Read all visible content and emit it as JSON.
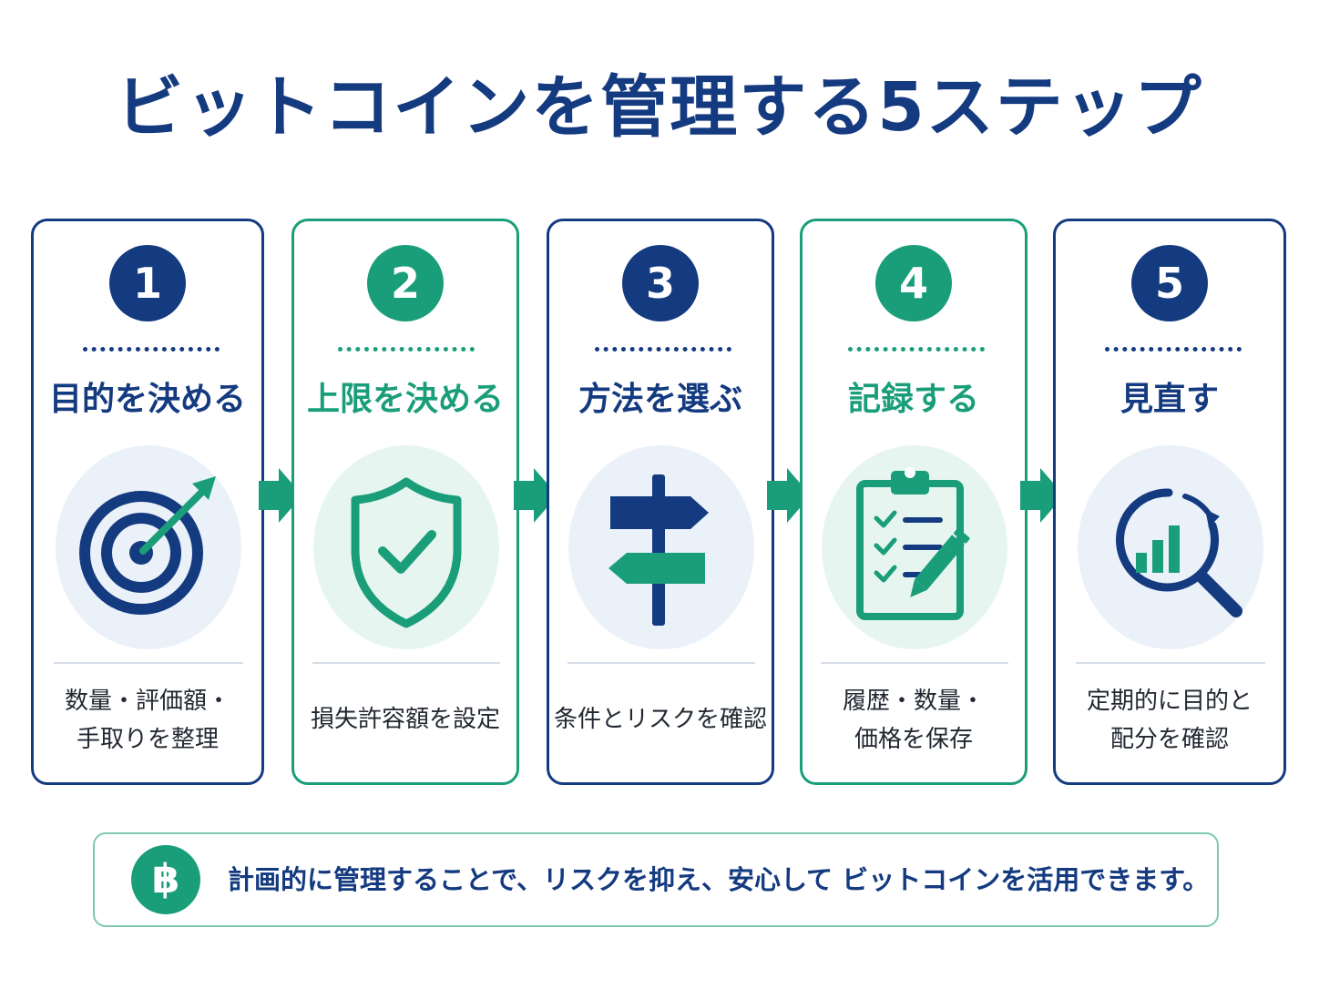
{
  "title": "ビットコインを管理する5ステップ",
  "colors": {
    "navy": "#143a80",
    "teal": "#1a9e7a",
    "icon_bg_navy": "#eaf1f9",
    "icon_bg_teal": "#e7f5f0"
  },
  "steps": [
    {
      "number": "1",
      "heading": "目的を決める",
      "icon": "target-icon",
      "desc": [
        "数量・評価額・",
        "手取りを整理"
      ]
    },
    {
      "number": "2",
      "heading": "上限を決める",
      "icon": "shield-check-icon",
      "desc": [
        "損失許容額を設定"
      ]
    },
    {
      "number": "3",
      "heading": "方法を選ぶ",
      "icon": "signpost-icon",
      "desc": [
        "条件とリスクを確認"
      ]
    },
    {
      "number": "4",
      "heading": "記録する",
      "icon": "clipboard-checklist-icon",
      "desc": [
        "履歴・数量・",
        "価格を保存"
      ]
    },
    {
      "number": "5",
      "heading": "見直す",
      "icon": "magnifier-chart-icon",
      "desc": [
        "定期的に目的と",
        "配分を確認"
      ]
    }
  ],
  "footer": {
    "icon_symbol": "฿",
    "icon": "bitcoin-icon",
    "text": "計画的に管理することで、リスクを抑え、安心して ビットコインを活用できます。"
  }
}
